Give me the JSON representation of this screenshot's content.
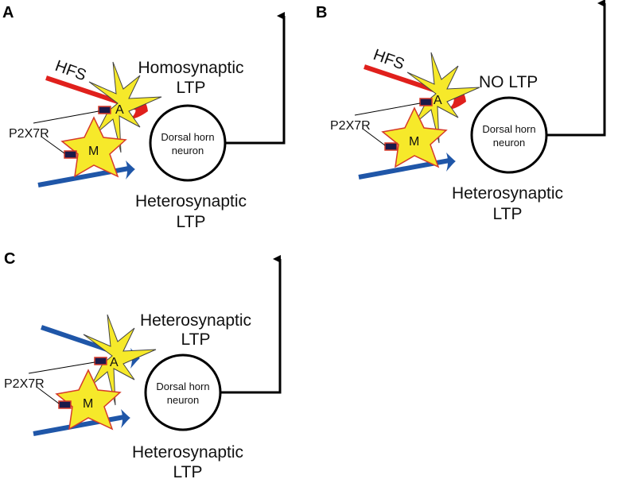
{
  "panels": [
    {
      "letter": "A",
      "input_label": "HFS",
      "top_label_line1": "Homosynaptic",
      "top_label_line2": "LTP",
      "bottom_label_line1": "Heterosynaptic",
      "bottom_label_line2": "LTP",
      "neuron_line1": "Dorsal horn",
      "neuron_line2": "neuron",
      "astrocyte_label": "A",
      "microglia_label": "M",
      "receptor_label": "P2X7R"
    },
    {
      "letter": "B",
      "input_label": "HFS",
      "top_label_line1": "NO LTP",
      "top_label_line2": "",
      "bottom_label_line1": "Heterosynaptic",
      "bottom_label_line2": "LTP",
      "neuron_line1": "Dorsal horn",
      "neuron_line2": "neuron",
      "astrocyte_label": "A",
      "microglia_label": "M",
      "receptor_label": "P2X7R"
    },
    {
      "letter": "C",
      "input_label": "",
      "top_label_line1": "Heterosynaptic",
      "top_label_line2": "LTP",
      "bottom_label_line1": "Heterosynaptic",
      "bottom_label_line2": "LTP",
      "neuron_line1": "Dorsal horn",
      "neuron_line2": "neuron",
      "astrocyte_label": "A",
      "microglia_label": "M",
      "receptor_label": "P2X7R"
    }
  ],
  "colors": {
    "hfs_fiber": "#e0201c",
    "other_fiber": "#1f56a8",
    "glia_fill": "#f6e92a",
    "microglia_outline": "#d63a2a",
    "receptor_fill": "#1a1a4a",
    "receptor_outline": "#d63a2a",
    "neuron_outline": "#000000"
  }
}
